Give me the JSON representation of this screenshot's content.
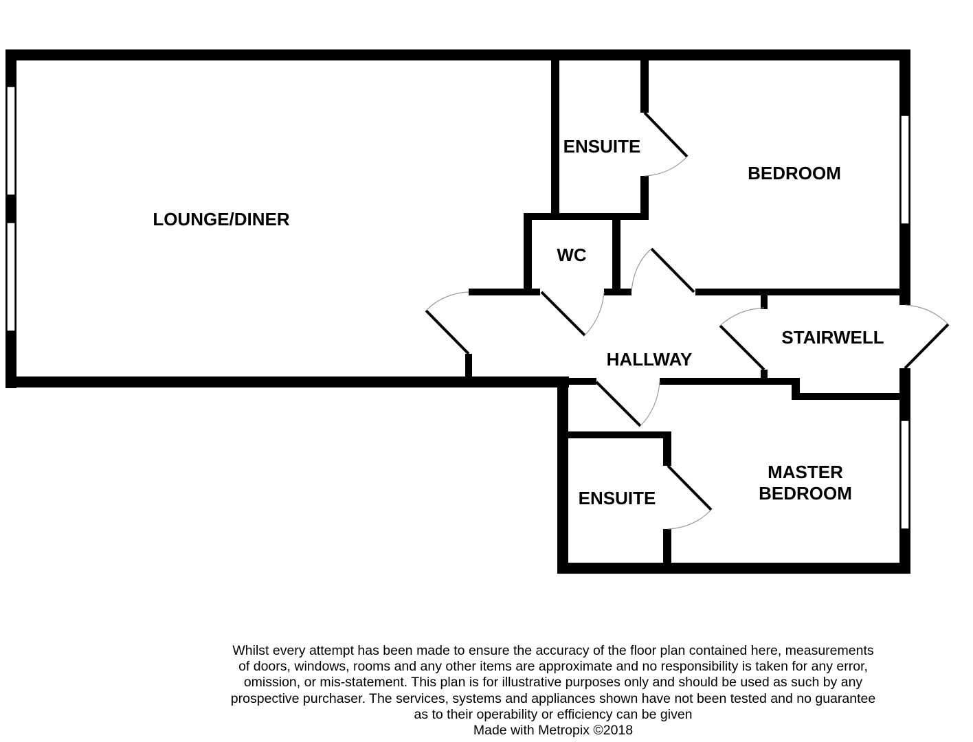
{
  "rooms": {
    "lounge_diner": "LOUNGE/DINER",
    "ensuite_upper": "ENSUITE",
    "bedroom": "BEDROOM",
    "wc": "WC",
    "hallway": "HALLWAY",
    "stairwell": "STAIRWELL",
    "master_bedroom_line1": "MASTER",
    "master_bedroom_line2": "BEDROOM",
    "ensuite_lower": "ENSUITE"
  },
  "disclaimer": {
    "lines": [
      "Whilst every attempt has been made to ensure the accuracy of the floor plan contained here, measurements",
      "of doors, windows, rooms and any other items are approximate and no responsibility is taken for any error,",
      "omission, or mis-statement. This plan is for illustrative purposes only and should be used as such by any",
      "prospective purchaser. The services, systems and appliances shown have not been tested and no guarantee",
      "as to their operability or efficiency can be given"
    ],
    "credit": "Made with Metropix ©2018"
  },
  "colors": {
    "wall": "#000000",
    "door_arc": "#999999",
    "window_fill": "#ffffff",
    "background": "#ffffff"
  }
}
